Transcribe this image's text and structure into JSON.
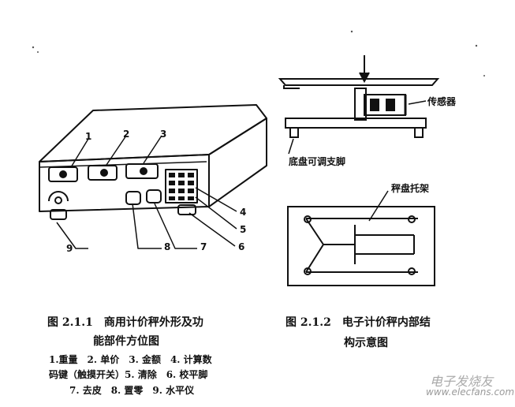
{
  "left_figure": {
    "caption_line1": "图 2.1.1　商用计价秤外形及功",
    "caption_line2": "能部件方位图",
    "legend_line1": "1.重量　2. 单价　3. 金额　4. 计算数",
    "legend_line2": "码键（触摸开关）5. 清除　6. 校平脚",
    "legend_line3": "7. 去皮　8. 置零　9. 水平仪",
    "callouts": [
      "1",
      "2",
      "3",
      "4",
      "5",
      "6",
      "7",
      "8",
      "9"
    ]
  },
  "right_figure": {
    "caption_line1": "图 2.1.2　电子计价秤内部结",
    "caption_line2": "构示意图",
    "label_sensor": "传感器",
    "label_adjustable_feet": "底盘可调支脚",
    "label_pan_bracket": "秤盘托架"
  },
  "watermark": {
    "text": "电子发烧友",
    "url": "www.elecfans.com"
  }
}
